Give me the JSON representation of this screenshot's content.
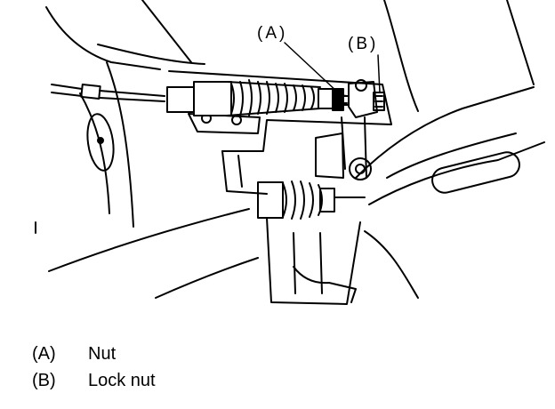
{
  "callouts": {
    "a": "(A)",
    "b": "(B)"
  },
  "legend": {
    "items": [
      {
        "key": "(A)",
        "text": "Nut"
      },
      {
        "key": "(B)",
        "text": "Lock nut"
      }
    ]
  }
}
